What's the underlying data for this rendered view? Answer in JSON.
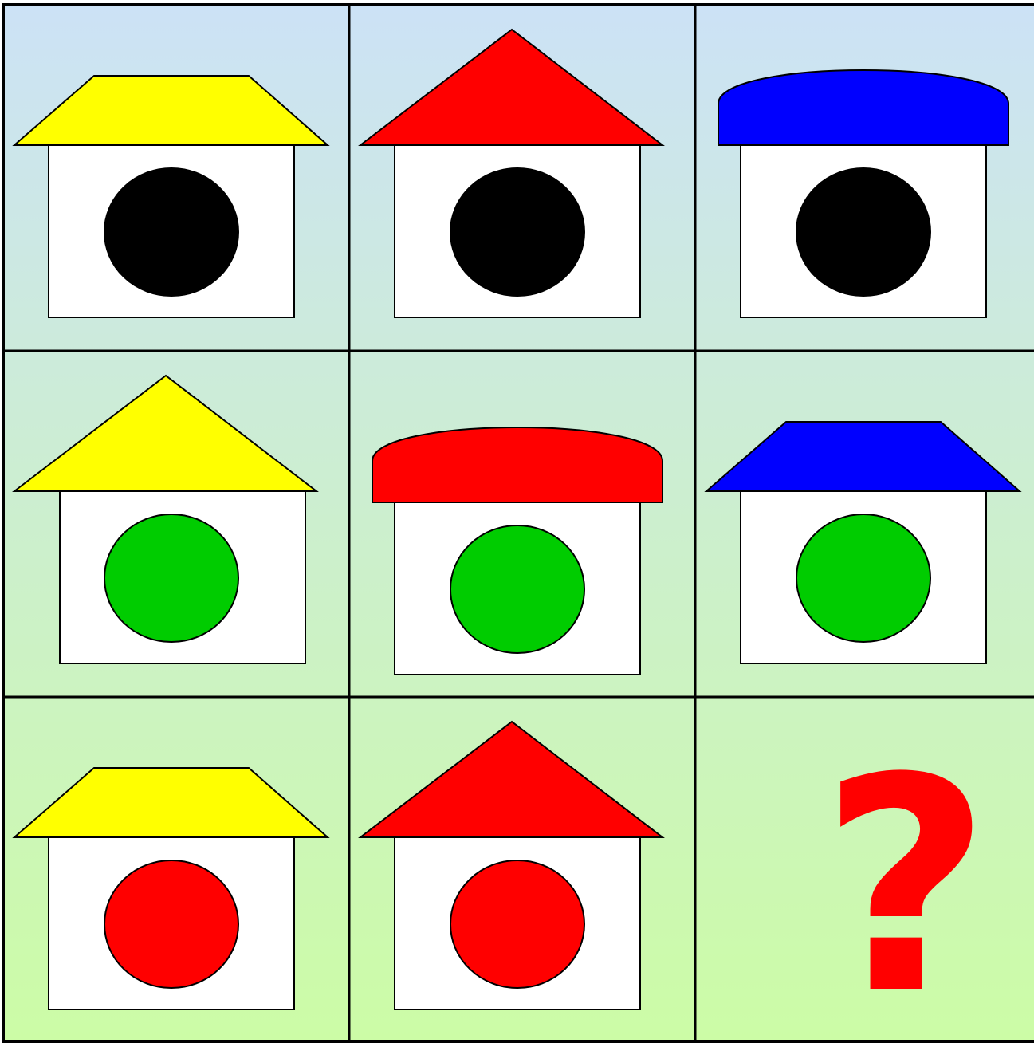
{
  "puzzle": {
    "background": {
      "top_color": "#cce2f6",
      "bottom_color": "#ccfca6"
    },
    "grid_line_color": "#000000",
    "house_wall_color": "#ffffff",
    "cells": [
      {
        "roof": "trapezoid",
        "roof_color": "#ffff00",
        "dot_color": "#000000"
      },
      {
        "roof": "triangle",
        "roof_color": "#ff0000",
        "dot_color": "#000000"
      },
      {
        "roof": "dome",
        "roof_color": "#0000ff",
        "dot_color": "#000000"
      },
      {
        "roof": "triangle",
        "roof_color": "#ffff00",
        "dot_color": "#00cc00"
      },
      {
        "roof": "dome",
        "roof_color": "#ff0000",
        "dot_color": "#00cc00"
      },
      {
        "roof": "trapezoid",
        "roof_color": "#0000ff",
        "dot_color": "#00cc00"
      },
      {
        "roof": "trapezoid",
        "roof_color": "#ffff00",
        "dot_color": "#ff0000"
      },
      {
        "roof": "triangle",
        "roof_color": "#ff0000",
        "dot_color": "#ff0000"
      }
    ],
    "missing_cell": {
      "symbol": "?",
      "color": "#ff0000"
    }
  }
}
